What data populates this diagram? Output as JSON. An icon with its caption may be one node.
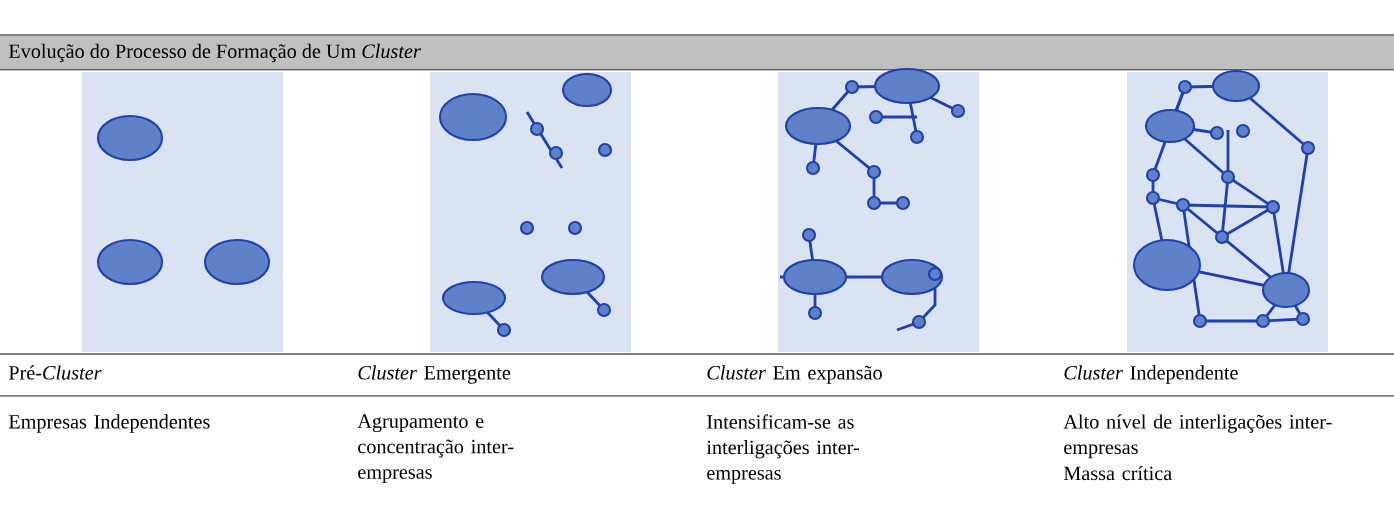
{
  "diagram": {
    "title": "Evolução do Processo de Formação de Um *Cluster*",
    "labels": [
      "Pré-*Cluster*",
      "*Cluster* Emergente",
      "*Cluster* Em expansão",
      "*Cluster* Independente",
      "Empresas Independentes",
      "Agrupamento e concentração inter-empresas",
      "Intensificam-se as interligações inter-empresas",
      "Alto nível de interligações inter-empresas",
      "Massa crítica"
    ]
  }
}
